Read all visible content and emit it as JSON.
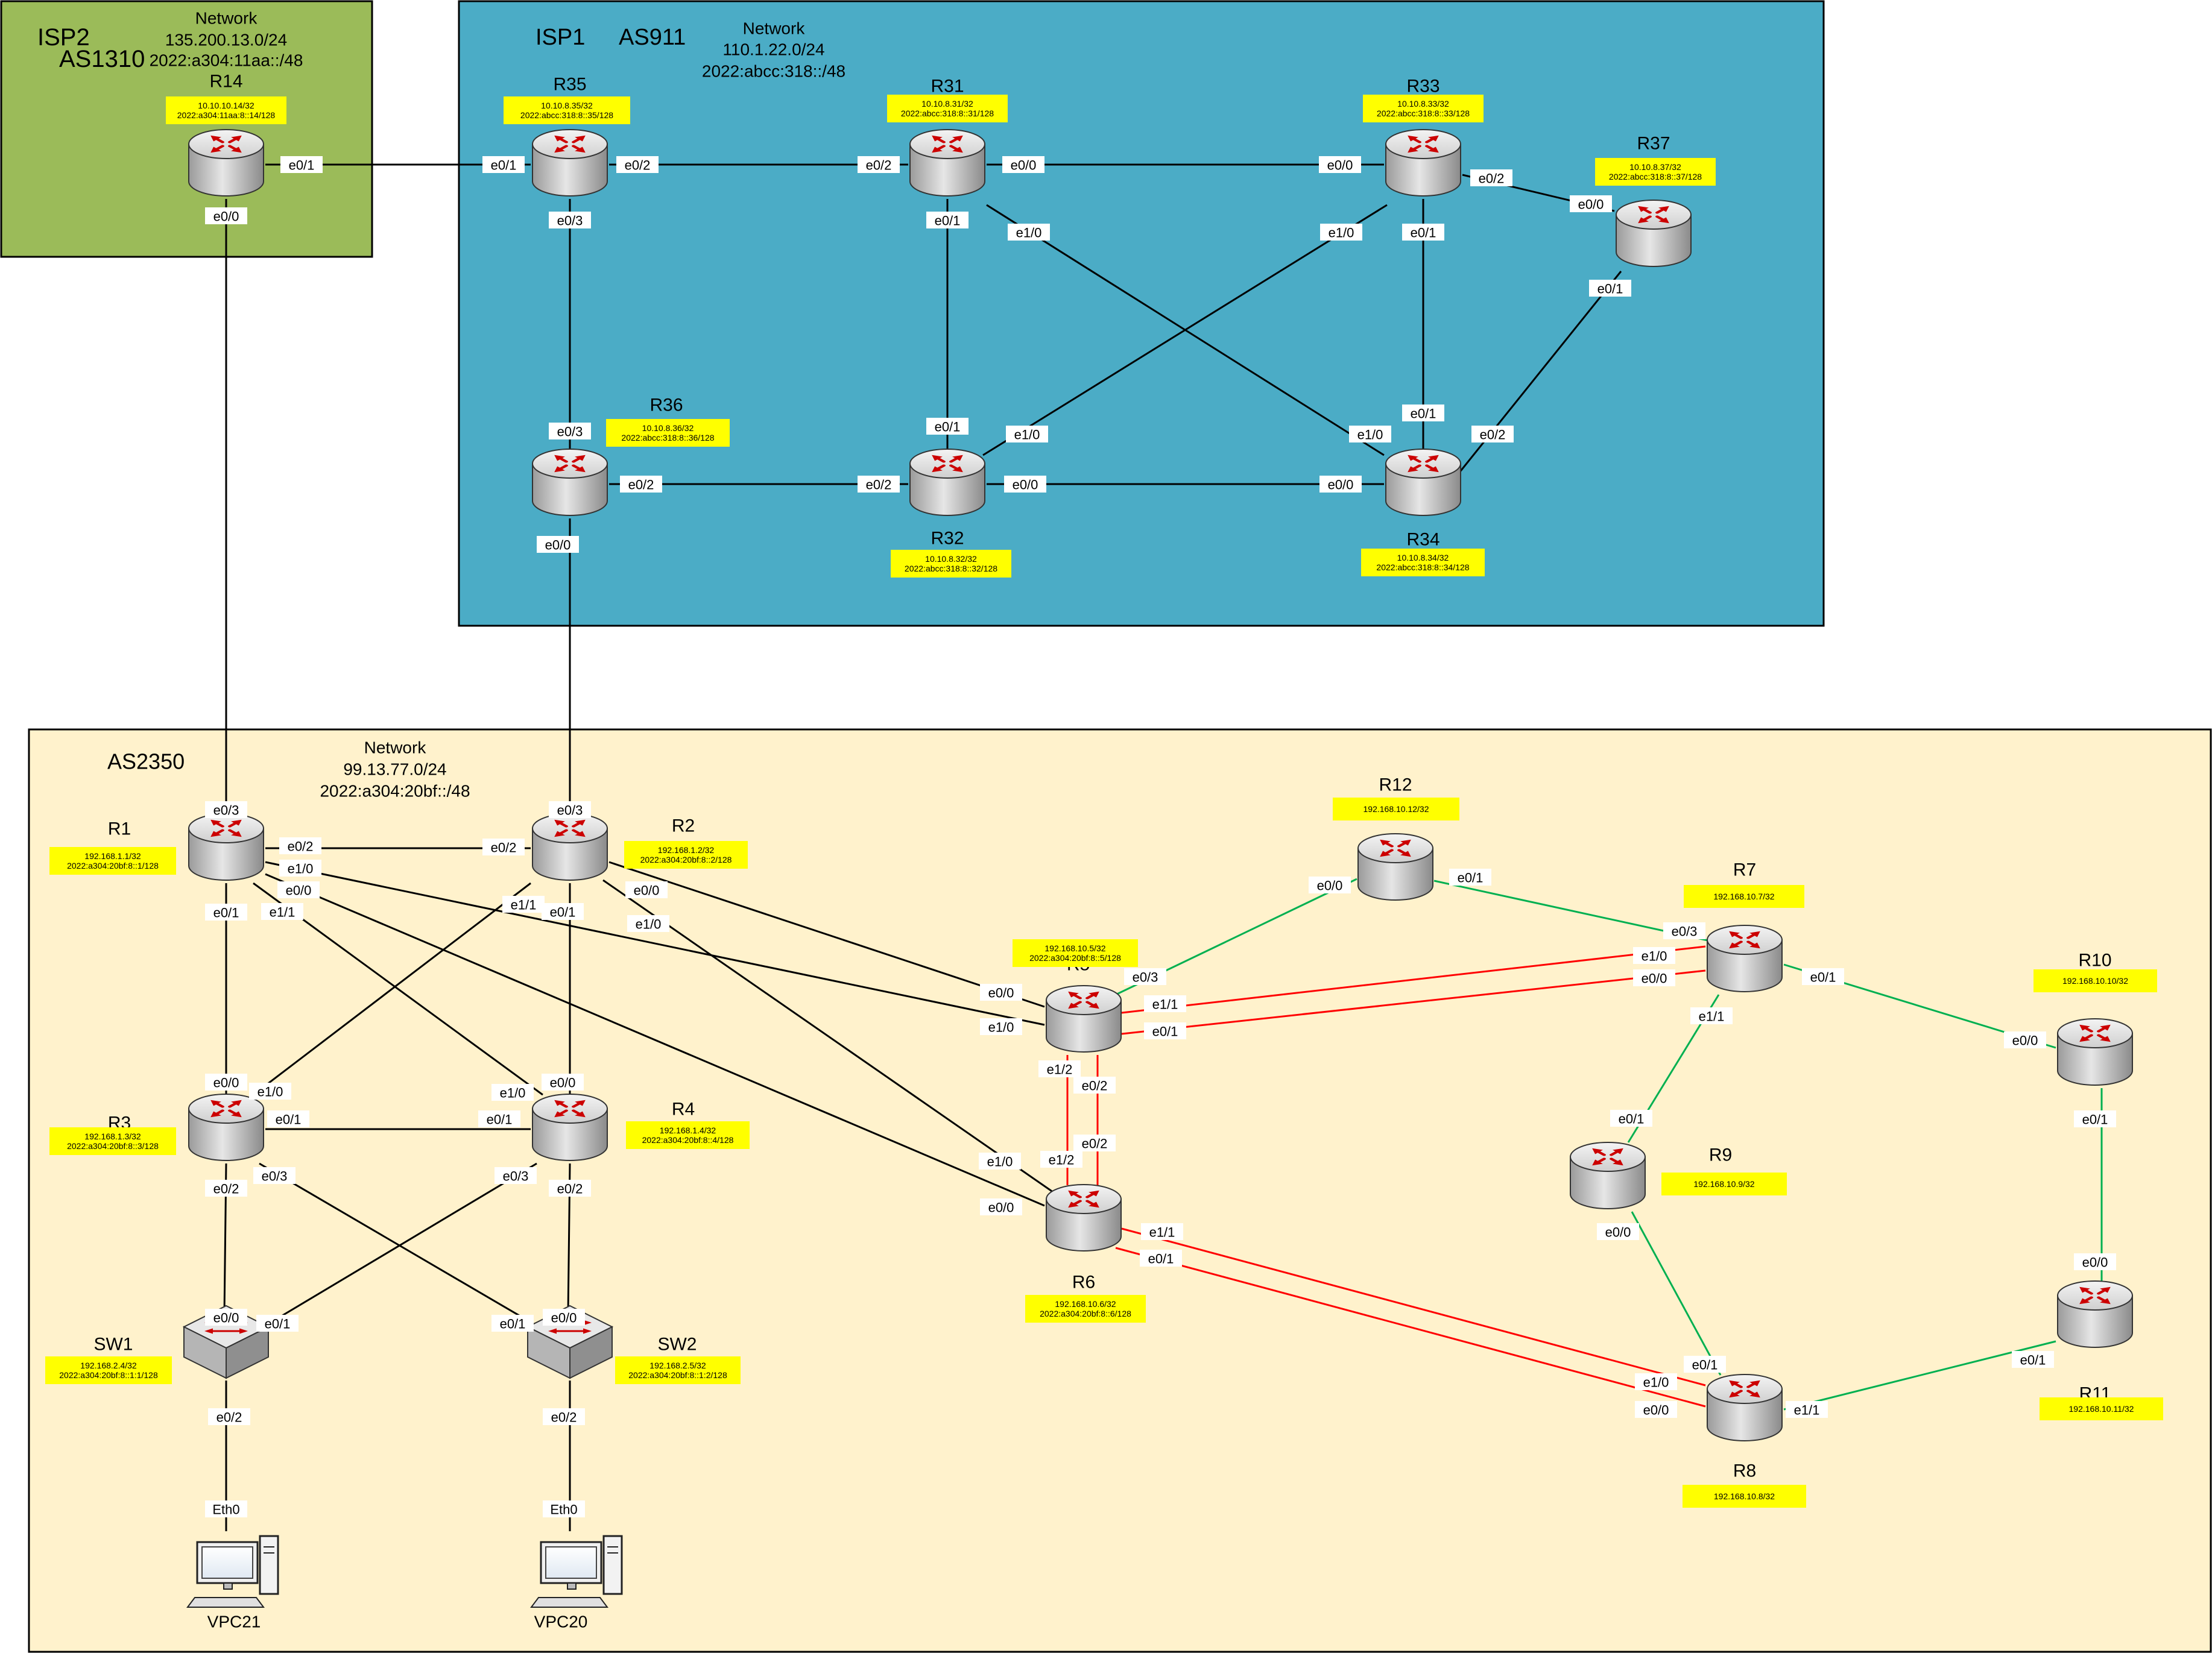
{
  "colors": {
    "isp2_bg": "#9BBB59",
    "isp1_bg": "#4BACC6",
    "as2350_bg": "#FFF2CC",
    "area_border": "#000000",
    "link_black": "#000000",
    "link_red": "#FF0000",
    "link_green": "#00B050",
    "label_bg": "#FFFF00",
    "router_icon": "#C0C0C0",
    "arrow": "#CC0000"
  },
  "areas": [
    {
      "id": "isp2",
      "name": "ISP2",
      "as": "AS1310",
      "network_title": "Network",
      "net4": "135.200.13.0/24",
      "net6": "2022:a304:11aa::/48"
    },
    {
      "id": "isp1",
      "name": "ISP1",
      "as": "AS911",
      "network_title": "Network",
      "net4": "110.1.22.0/24",
      "net6": "2022:abcc:318::/48"
    },
    {
      "id": "as2350",
      "name": "",
      "as": "AS2350",
      "network_title": "Network",
      "net4": "99.13.77.0/24",
      "net6": "2022:a304:20bf::/48"
    }
  ],
  "nodes": [
    {
      "id": "R14",
      "type": "router",
      "name": "R14",
      "addr": [
        "10.10.10.14/32",
        "2022:a304:11aa:8::14/128"
      ]
    },
    {
      "id": "R35",
      "type": "router",
      "name": "R35",
      "addr": [
        "10.10.8.35/32",
        "2022:abcc:318:8::35/128"
      ]
    },
    {
      "id": "R31",
      "type": "router",
      "name": "R31",
      "addr": [
        "10.10.8.31/32",
        "2022:abcc:318:8::31/128"
      ]
    },
    {
      "id": "R33",
      "type": "router",
      "name": "R33",
      "addr": [
        "10.10.8.33/32",
        "2022:abcc:318:8::33/128"
      ]
    },
    {
      "id": "R37",
      "type": "router",
      "name": "R37",
      "addr": [
        "10.10.8.37/32",
        "2022:abcc:318:8::37/128"
      ]
    },
    {
      "id": "R36",
      "type": "router",
      "name": "R36",
      "addr": [
        "10.10.8.36/32",
        "2022:abcc:318:8::36/128"
      ]
    },
    {
      "id": "R32",
      "type": "router",
      "name": "R32",
      "addr": [
        "10.10.8.32/32",
        "2022:abcc:318:8::32/128"
      ]
    },
    {
      "id": "R34",
      "type": "router",
      "name": "R34",
      "addr": [
        "10.10.8.34/32",
        "2022:abcc:318:8::34/128"
      ]
    },
    {
      "id": "R1",
      "type": "router",
      "name": "R1",
      "addr": [
        "192.168.1.1/32",
        "2022:a304:20bf:8::1/128"
      ]
    },
    {
      "id": "R2",
      "type": "router",
      "name": "R2",
      "addr": [
        "192.168.1.2/32",
        "2022:a304:20bf:8::2/128"
      ]
    },
    {
      "id": "R3",
      "type": "router",
      "name": "R3",
      "addr": [
        "192.168.1.3/32",
        "2022:a304:20bf:8::3/128"
      ]
    },
    {
      "id": "R4",
      "type": "router",
      "name": "R4",
      "addr": [
        "192.168.1.4/32",
        "2022:a304:20bf:8::4/128"
      ]
    },
    {
      "id": "R5",
      "type": "router",
      "name": "R5",
      "addr": [
        "192.168.10.5/32",
        "2022:a304:20bf:8::5/128"
      ]
    },
    {
      "id": "R6",
      "type": "router",
      "name": "R6",
      "addr": [
        "192.168.10.6/32",
        "2022:a304:20bf:8::6/128"
      ]
    },
    {
      "id": "R7",
      "type": "router",
      "name": "R7",
      "addr": [
        "192.168.10.7/32"
      ]
    },
    {
      "id": "R8",
      "type": "router",
      "name": "R8",
      "addr": [
        "192.168.10.8/32"
      ]
    },
    {
      "id": "R9",
      "type": "router",
      "name": "R9",
      "addr": [
        "192.168.10.9/32"
      ]
    },
    {
      "id": "R10",
      "type": "router",
      "name": "R10",
      "addr": [
        "192.168.10.10/32"
      ]
    },
    {
      "id": "R11",
      "type": "router",
      "name": "R11",
      "addr": [
        "192.168.10.11/32"
      ]
    },
    {
      "id": "R12",
      "type": "router",
      "name": "R12",
      "addr": [
        "192.168.10.12/32"
      ]
    },
    {
      "id": "SW1",
      "type": "switch",
      "name": "SW1",
      "addr": [
        "192.168.2.4/32",
        "2022:a304:20bf:8::1:1/128"
      ]
    },
    {
      "id": "SW2",
      "type": "switch",
      "name": "SW2",
      "addr": [
        "192.168.2.5/32",
        "2022:a304:20bf:8::1:2/128"
      ]
    },
    {
      "id": "VPC21",
      "type": "pc",
      "name": "VPC21",
      "addr": []
    },
    {
      "id": "VPC20",
      "type": "pc",
      "name": "VPC20",
      "addr": []
    }
  ],
  "links": [
    {
      "a": "R14",
      "b": "R35",
      "color": "black",
      "labels": [
        "e0/1",
        "e0/1"
      ]
    },
    {
      "a": "R14",
      "b": "R1",
      "color": "black",
      "labels": [
        "e0/0",
        "e0/3"
      ]
    },
    {
      "a": "R35",
      "b": "R31",
      "color": "black",
      "labels": [
        "e0/2",
        "e0/2"
      ]
    },
    {
      "a": "R35",
      "b": "R36",
      "color": "black",
      "labels": [
        "e0/3",
        "e0/3"
      ]
    },
    {
      "a": "R31",
      "b": "R33",
      "color": "black",
      "labels": [
        "e0/0",
        "e0/0"
      ]
    },
    {
      "a": "R31",
      "b": "R32",
      "color": "black",
      "labels": [
        "e0/1",
        "e0/1"
      ]
    },
    {
      "a": "R31",
      "b": "R34",
      "color": "black",
      "labels": [
        "e1/0",
        "e1/0"
      ]
    },
    {
      "a": "R33",
      "b": "R37",
      "color": "black",
      "labels": [
        "e0/2",
        "e0/0"
      ]
    },
    {
      "a": "R33",
      "b": "R34",
      "color": "black",
      "labels": [
        "e0/1",
        "e0/1"
      ]
    },
    {
      "a": "R33",
      "b": "R32",
      "color": "black",
      "labels": [
        "e1/0",
        "e1/0"
      ]
    },
    {
      "a": "R37",
      "b": "R34",
      "color": "black",
      "labels": [
        "e0/1",
        "e0/2"
      ]
    },
    {
      "a": "R36",
      "b": "R32",
      "color": "black",
      "labels": [
        "e0/2",
        "e0/2"
      ]
    },
    {
      "a": "R32",
      "b": "R34",
      "color": "black",
      "labels": [
        "e0/0",
        "e0/0"
      ]
    },
    {
      "a": "R36",
      "b": "R2",
      "color": "black",
      "labels": [
        "e0/0",
        "e0/3"
      ]
    },
    {
      "a": "R1",
      "b": "R2",
      "color": "black",
      "labels": [
        "e0/2",
        "e0/2"
      ]
    },
    {
      "a": "R1",
      "b": "R5",
      "color": "black",
      "labels": [
        "e1/0",
        "e1/0"
      ]
    },
    {
      "a": "R1",
      "b": "R6",
      "color": "black",
      "labels": [
        "e0/0",
        "e0/0"
      ]
    },
    {
      "a": "R1",
      "b": "R3",
      "color": "black",
      "labels": [
        "e0/1",
        "e0/0"
      ]
    },
    {
      "a": "R1",
      "b": "R4",
      "color": "black",
      "labels": [
        "e1/1",
        "e1/0"
      ]
    },
    {
      "a": "R2",
      "b": "R5",
      "color": "black",
      "labels": [
        "e0/0",
        "e0/0"
      ]
    },
    {
      "a": "R2",
      "b": "R6",
      "color": "black",
      "labels": [
        "e1/0",
        "e1/0"
      ]
    },
    {
      "a": "R2",
      "b": "R3",
      "color": "black",
      "labels": [
        "e1/1",
        "e1/0"
      ]
    },
    {
      "a": "R2",
      "b": "R4",
      "color": "black",
      "labels": [
        "e0/1",
        "e0/0"
      ]
    },
    {
      "a": "R3",
      "b": "R4",
      "color": "black",
      "labels": [
        "e0/1",
        "e0/1"
      ]
    },
    {
      "a": "R3",
      "b": "SW1",
      "color": "black",
      "labels": [
        "e0/2",
        "e0/0"
      ]
    },
    {
      "a": "R3",
      "b": "SW2",
      "color": "black",
      "labels": [
        "e0/3",
        "e0/1"
      ]
    },
    {
      "a": "R4",
      "b": "SW1",
      "color": "black",
      "labels": [
        "e0/3",
        "e0/1"
      ]
    },
    {
      "a": "R4",
      "b": "SW2",
      "color": "black",
      "labels": [
        "e0/2",
        "e0/0"
      ]
    },
    {
      "a": "SW1",
      "b": "VPC21",
      "color": "black",
      "labels": [
        "e0/2",
        "Eth0"
      ]
    },
    {
      "a": "SW2",
      "b": "VPC20",
      "color": "black",
      "labels": [
        "e0/2",
        "Eth0"
      ]
    },
    {
      "a": "R5",
      "b": "R12",
      "color": "green",
      "labels": [
        "e0/3",
        "e0/0"
      ]
    },
    {
      "a": "R12",
      "b": "R7",
      "color": "green",
      "labels": [
        "e0/1",
        "e0/3"
      ]
    },
    {
      "a": "R5",
      "b": "R7",
      "color": "red",
      "labels": [
        "e1/1",
        "e1/0"
      ]
    },
    {
      "a": "R5",
      "b": "R7",
      "color": "red",
      "labels": [
        "e0/1",
        "e0/0"
      ]
    },
    {
      "a": "R5",
      "b": "R6",
      "color": "red",
      "labels": [
        "e1/2",
        "e1/2"
      ]
    },
    {
      "a": "R5",
      "b": "R6",
      "color": "red",
      "labels": [
        "e0/2",
        "e0/2"
      ]
    },
    {
      "a": "R6",
      "b": "R8",
      "color": "red",
      "labels": [
        "e1/1",
        "e1/0"
      ]
    },
    {
      "a": "R6",
      "b": "R8",
      "color": "red",
      "labels": [
        "e0/1",
        "e0/0"
      ]
    },
    {
      "a": "R7",
      "b": "R9",
      "color": "green",
      "labels": [
        "e1/1",
        "e0/1"
      ]
    },
    {
      "a": "R7",
      "b": "R10",
      "color": "green",
      "labels": [
        "e0/1",
        "e0/0"
      ]
    },
    {
      "a": "R9",
      "b": "R8",
      "color": "green",
      "labels": [
        "e0/0",
        "e0/1"
      ]
    },
    {
      "a": "R10",
      "b": "R11",
      "color": "green",
      "labels": [
        "e0/1",
        "e0/0"
      ]
    },
    {
      "a": "R11",
      "b": "R8",
      "color": "green",
      "labels": [
        "e0/1",
        "e1/1"
      ]
    }
  ]
}
